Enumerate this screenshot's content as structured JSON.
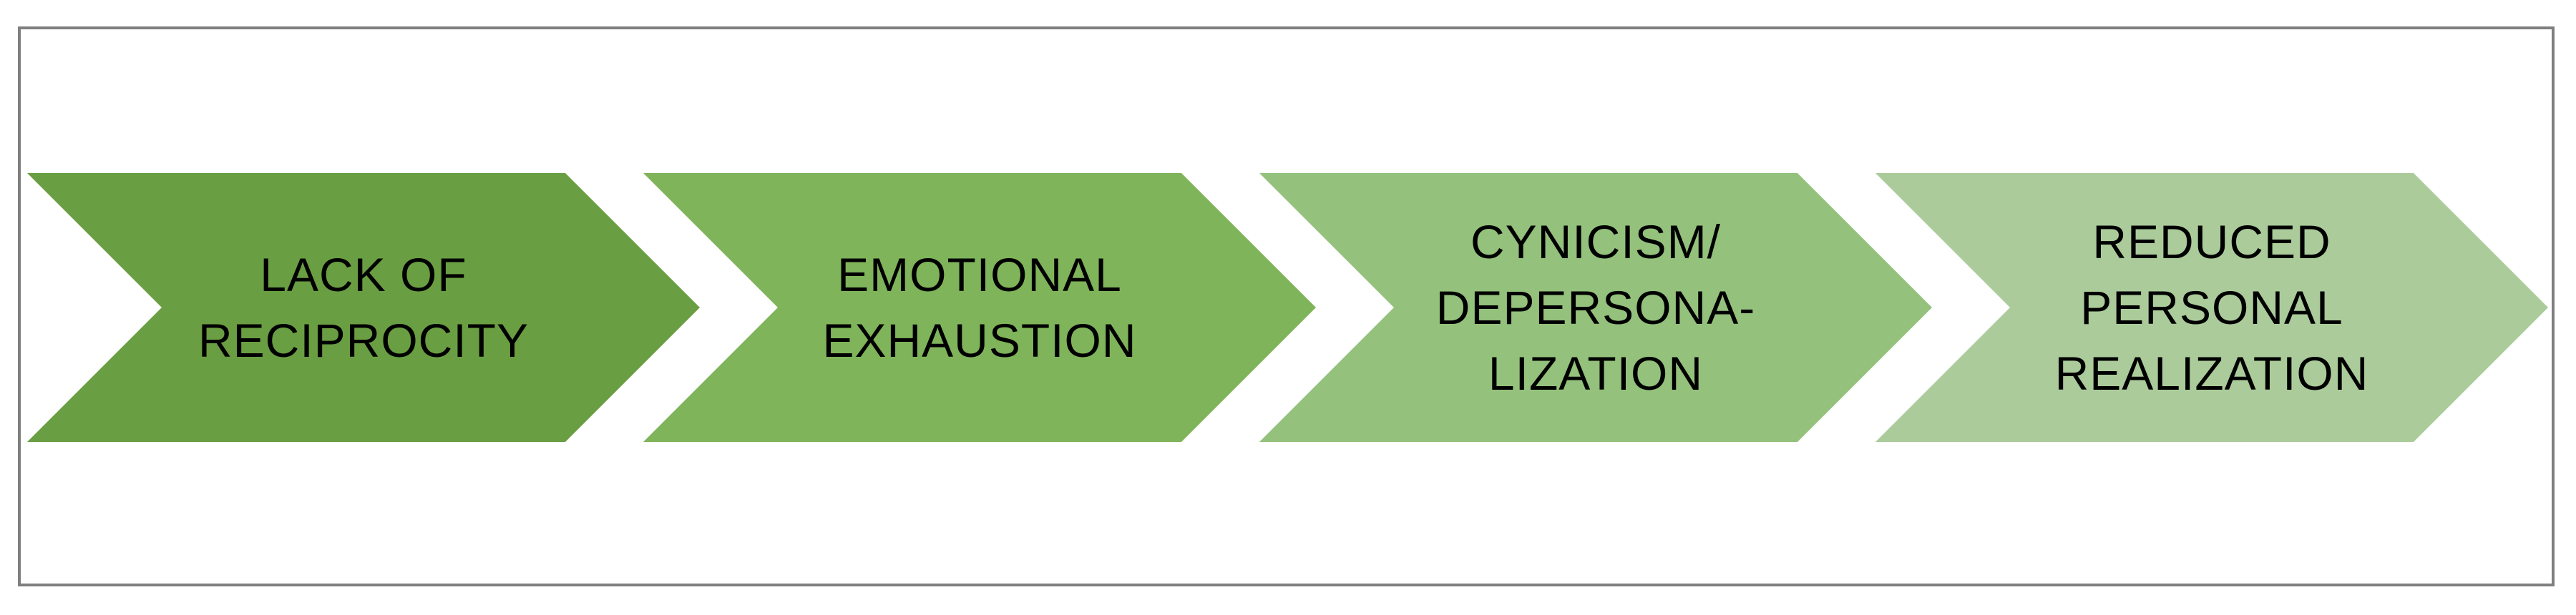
{
  "diagram": {
    "steps": [
      {
        "lines": [
          "LACK OF",
          "RECIPROCITY"
        ],
        "color": "#6a9e42"
      },
      {
        "lines": [
          "EMOTIONAL",
          "EXHAUSTION"
        ],
        "color": "#7fb45a"
      },
      {
        "lines": [
          "CYNICISM/",
          "DEPERSONA-",
          "LIZATION"
        ],
        "color": "#94c17c"
      },
      {
        "lines": [
          "REDUCED",
          "PERSONAL",
          "REALIZATION"
        ],
        "color": "#abcb9b"
      }
    ]
  }
}
